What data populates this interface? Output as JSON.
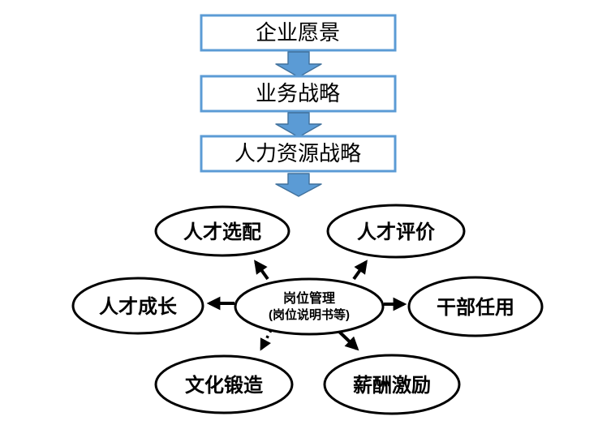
{
  "diagram": {
    "kind": "hr-position-management-diagram",
    "flow": {
      "boxes": [
        {
          "label": "企业愿景"
        },
        {
          "label": "业务战略"
        },
        {
          "label": "人力资源战略"
        }
      ]
    },
    "center_node": {
      "line1": "岗位管理",
      "line2": "(岗位说明书等)"
    },
    "satellites": [
      {
        "label": "人才选配",
        "position": "top-left",
        "connector": "solid"
      },
      {
        "label": "人才评价",
        "position": "top-right",
        "connector": "solid"
      },
      {
        "label": "人才成长",
        "position": "left",
        "connector": "solid"
      },
      {
        "label": "干部任用",
        "position": "right",
        "connector": "solid"
      },
      {
        "label": "文化锻造",
        "position": "bottom-left",
        "connector": "dashed"
      },
      {
        "label": "薪酬激励",
        "position": "bottom-right",
        "connector": "solid"
      }
    ],
    "colors": {
      "box_border": "#5B9BD5",
      "block_arrow_fill": "#5B9BD5",
      "block_arrow_border": "#41719C",
      "node_stroke": "#000000",
      "text": "#000000",
      "background": "#FFFFFF"
    }
  }
}
